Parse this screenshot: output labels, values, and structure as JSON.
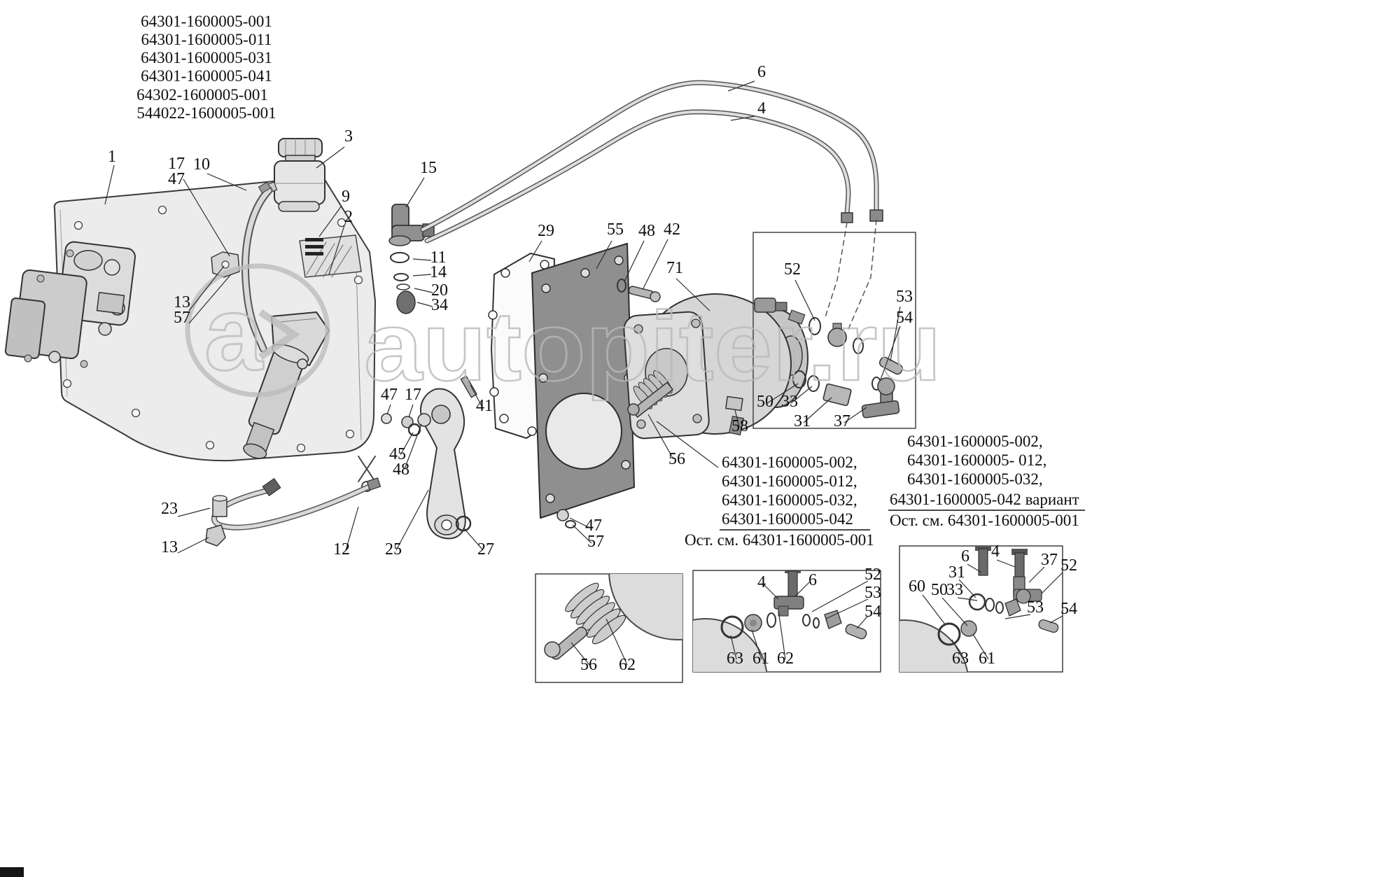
{
  "title_block": {
    "lines": [
      "64301-1600005-001",
      "64301-1600005-011",
      "64301-1600005-031",
      "64301-1600005-041",
      "64302-1600005-001",
      "544022-1600005-001"
    ]
  },
  "variant_center": {
    "lines": [
      "64301-1600005-002,",
      "64301-1600005-012,",
      "64301-1600005-032,",
      "64301-1600005-042"
    ],
    "footer": "Ост. см. 64301-1600005-001"
  },
  "variant_right": {
    "lines": [
      "64301-1600005-002,",
      "64301-1600005- 012,",
      "64301-1600005-032,",
      "64301-1600005-042 вариант"
    ],
    "footer": "Ост. см. 64301-1600005-001"
  },
  "watermark": {
    "text": "autopiter.ru",
    "logo_letter": "a"
  },
  "colors": {
    "line": "#2e2e2e",
    "plate_fill": "#ececec",
    "dark_plate_fill": "#8f8f8f",
    "watermark_gray": "#b9b9b9"
  },
  "callouts": [
    "1",
    "17",
    "47",
    "10",
    "3",
    "9",
    "2",
    "15",
    "11",
    "14",
    "20",
    "34",
    "6",
    "4",
    "29",
    "55",
    "48",
    "42",
    "71",
    "52",
    "53",
    "54",
    "13",
    "57",
    "41",
    "47",
    "17",
    "45",
    "48",
    "23",
    "13",
    "12",
    "25",
    "27",
    "47",
    "57",
    "50",
    "33",
    "31",
    "37",
    "58",
    "56",
    "56",
    "62",
    "4",
    "6",
    "52",
    "53",
    "54",
    "63",
    "61",
    "62",
    "6",
    "4",
    "37",
    "52",
    "31",
    "60",
    "50",
    "33",
    "53",
    "54",
    "63",
    "61"
  ]
}
